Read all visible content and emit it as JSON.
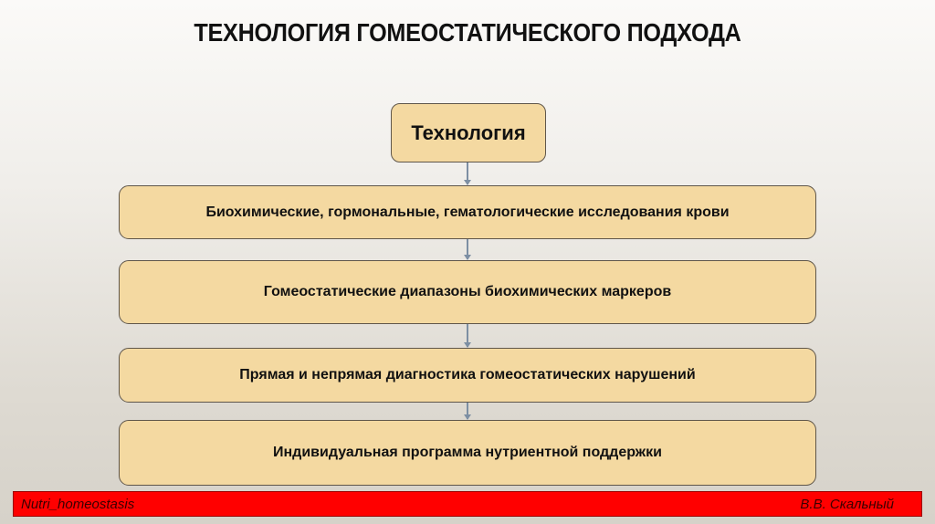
{
  "slide": {
    "title": "ТЕХНОЛОГИЯ ГОМЕОСТАТИЧЕСКОГО ПОДХОДА"
  },
  "diagram": {
    "root": "Технология",
    "steps": [
      "Биохимические, гормональные, гематологические исследования крови",
      "Гомеостатические диапазоны биохимических маркеров",
      "Прямая и непрямая диагностика гомеостатических нарушений",
      "Индивидуальная программа нутриентной поддержки"
    ],
    "colors": {
      "box_fill": "#f4d9a1",
      "box_border": "#5f564a",
      "arrow": "#7d8fa3"
    }
  },
  "footer": {
    "left": "Nutri_homeostasis",
    "right": "В.В. Скальный",
    "background": "#ff0000"
  }
}
